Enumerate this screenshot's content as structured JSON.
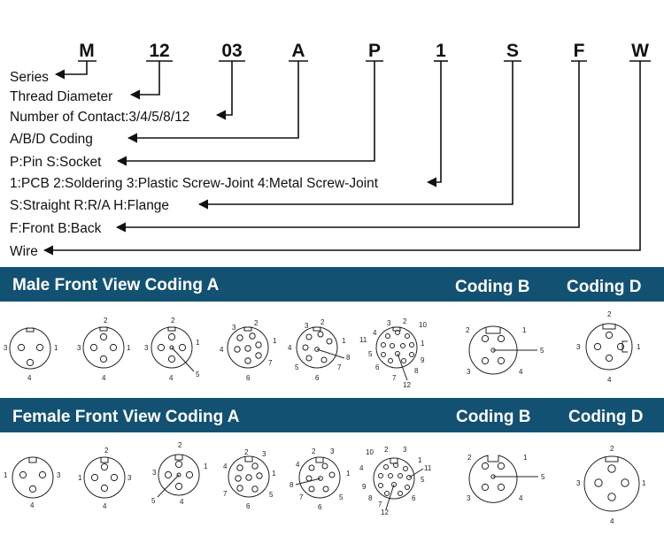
{
  "part_number": [
    "M",
    "12",
    "03",
    "A",
    "P",
    "1",
    "S",
    "F",
    "W"
  ],
  "legend": [
    "Series",
    "Thread Diameter",
    "Number of Contact:3/4/5/8/12",
    "A/B/D Coding",
    "P:Pin S:Socket",
    "1:PCB 2:Soldering 3:Plastic Screw-Joint 4:Metal Screw-Joint",
    "S:Straight R:R/A H:Flange",
    "F:Front B:Back",
    "Wire"
  ],
  "male_section": {
    "title": "Male Front View Coding A",
    "coding_b": "Coding B",
    "coding_d": "Coding D"
  },
  "female_section": {
    "title": "Female Front View Coding A",
    "coding_b": "Coding B",
    "coding_d": "Coding D"
  },
  "male_pin_labels": [
    [
      "3",
      "1",
      "4"
    ],
    [
      "2",
      "3",
      "1",
      "4"
    ],
    [
      "2",
      "3",
      "1",
      "5",
      "4"
    ],
    [
      "3",
      "2",
      "4",
      "1",
      "7",
      "6"
    ],
    [
      "3",
      "2",
      "4",
      "1",
      "8",
      "5",
      "7",
      "6"
    ],
    [
      "3",
      "2",
      "10",
      "11",
      "4",
      "1",
      "12",
      "9",
      "5",
      "8",
      "6",
      "7"
    ],
    [
      "2",
      "1",
      "5",
      "3",
      "4"
    ],
    [
      "2",
      "3",
      "1",
      "4"
    ]
  ],
  "female_pin_labels": [
    [
      "1",
      "3",
      "4"
    ],
    [
      "2",
      "1",
      "3",
      "4"
    ],
    [
      "2",
      "1",
      "3",
      "5",
      "4"
    ],
    [
      "2",
      "3",
      "1",
      "4",
      "7",
      "5",
      "6"
    ],
    [
      "2",
      "3",
      "1",
      "4",
      "8",
      "7",
      "5",
      "6"
    ],
    [
      "10",
      "2",
      "3",
      "1",
      "11",
      "4",
      "9",
      "5",
      "8",
      "7",
      "6",
      "12"
    ],
    [
      "2",
      "1",
      "5",
      "3",
      "4"
    ],
    [
      "2",
      "1",
      "3",
      "4"
    ]
  ],
  "colors": {
    "band": "#135172",
    "band_text": "#ffffff",
    "ink": "#111111"
  }
}
